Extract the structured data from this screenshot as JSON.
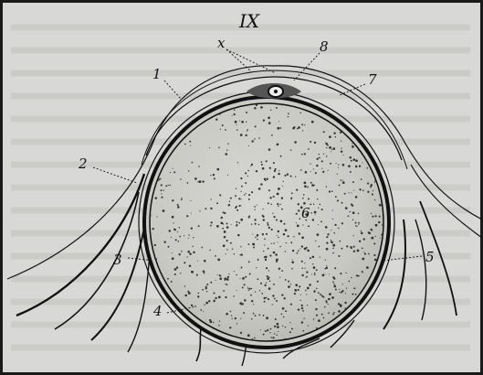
{
  "figure": {
    "title": "IX",
    "labels": {
      "l1": "1",
      "l2": "2",
      "l3": "3",
      "l4": "4",
      "l5": "5",
      "l6": "6",
      "l7": "7",
      "l8": "8",
      "lx": "x"
    }
  },
  "colors": {
    "paper": "#d8d8d6",
    "ink": "#111111",
    "yolk": "#cfcfcb",
    "frame": "#1a1a1a"
  }
}
